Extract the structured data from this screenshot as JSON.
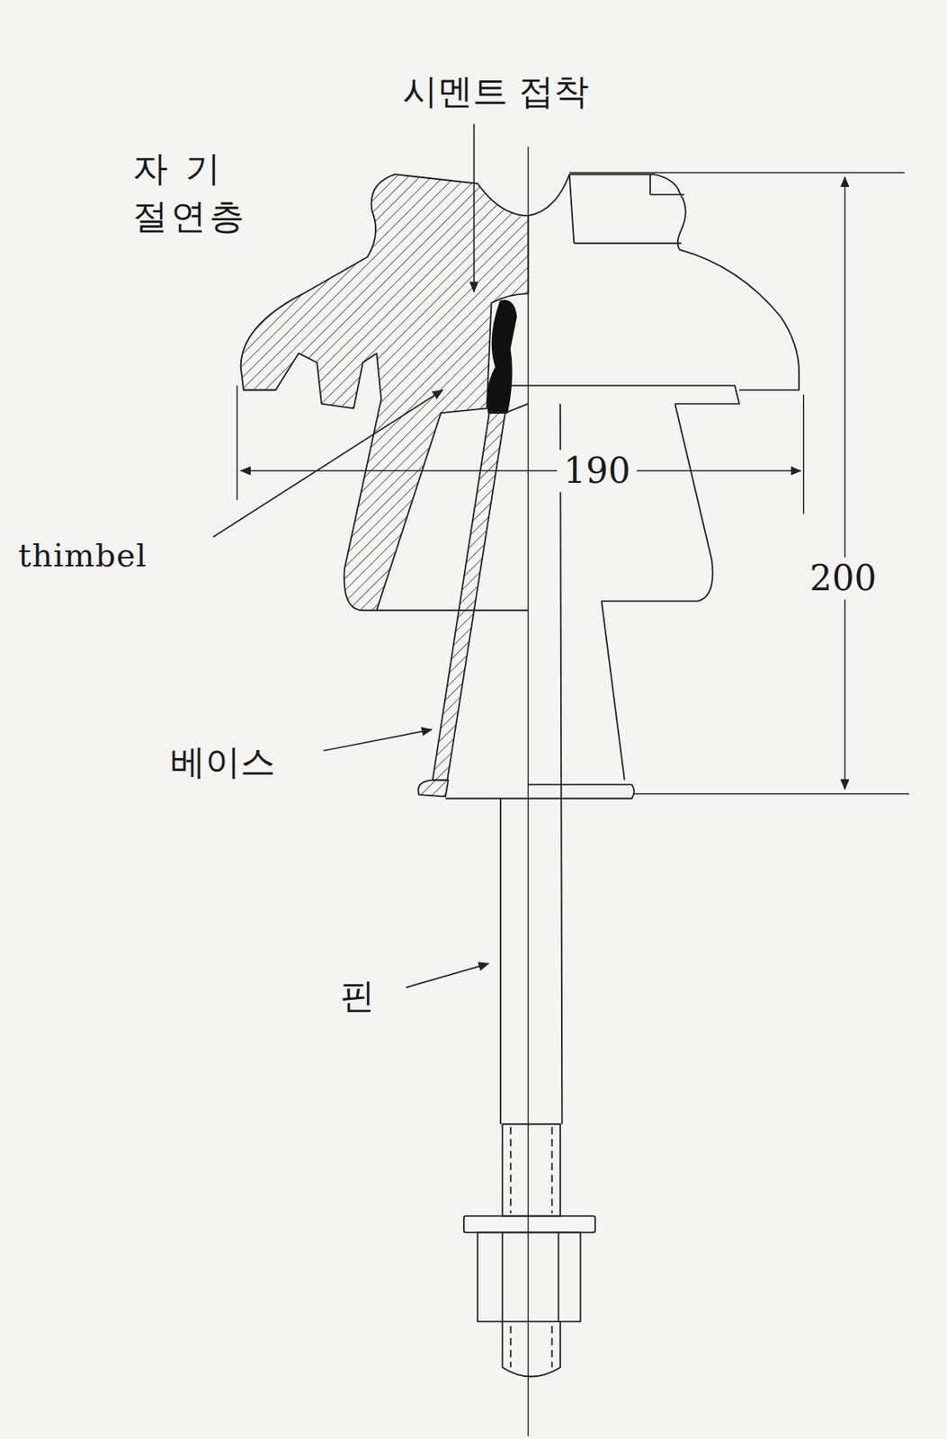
{
  "diagram": {
    "labels": [
      "시멘트 접착",
      "자 기 절연층",
      "190",
      "200",
      "thimbel",
      "베이스",
      "핀"
    ]
  }
}
